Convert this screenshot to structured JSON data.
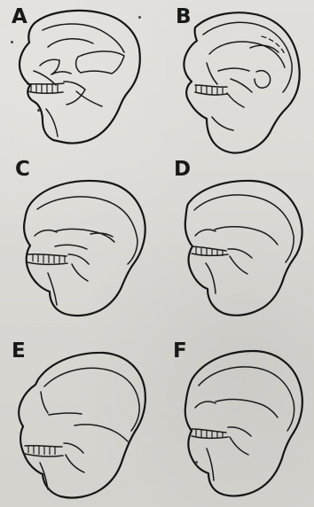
{
  "figure": {
    "panels": [
      {
        "id": "A",
        "label": "A"
      },
      {
        "id": "B",
        "label": "B"
      },
      {
        "id": "C",
        "label": "C"
      },
      {
        "id": "D",
        "label": "D"
      },
      {
        "id": "E",
        "label": "E"
      },
      {
        "id": "F",
        "label": "F"
      }
    ]
  },
  "colors": {
    "paper": "#d8d6d1",
    "ink": "#151515"
  },
  "icons": {
    "skull": "skull-head-profile-icon"
  }
}
